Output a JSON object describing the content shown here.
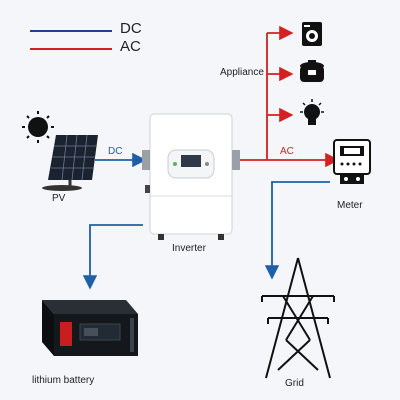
{
  "legend": {
    "dc": "DC",
    "ac": "AC"
  },
  "labels": {
    "appliance": "Appliance",
    "dc": "DC",
    "ac": "AC",
    "pv": "PV",
    "inverter": "Inverter",
    "meter": "Meter",
    "battery": "lithium battery",
    "grid": "Grid"
  },
  "colors": {
    "dc": "#1f5fa8",
    "ac": "#d42020",
    "legend_dc": "#1f3f8f"
  }
}
